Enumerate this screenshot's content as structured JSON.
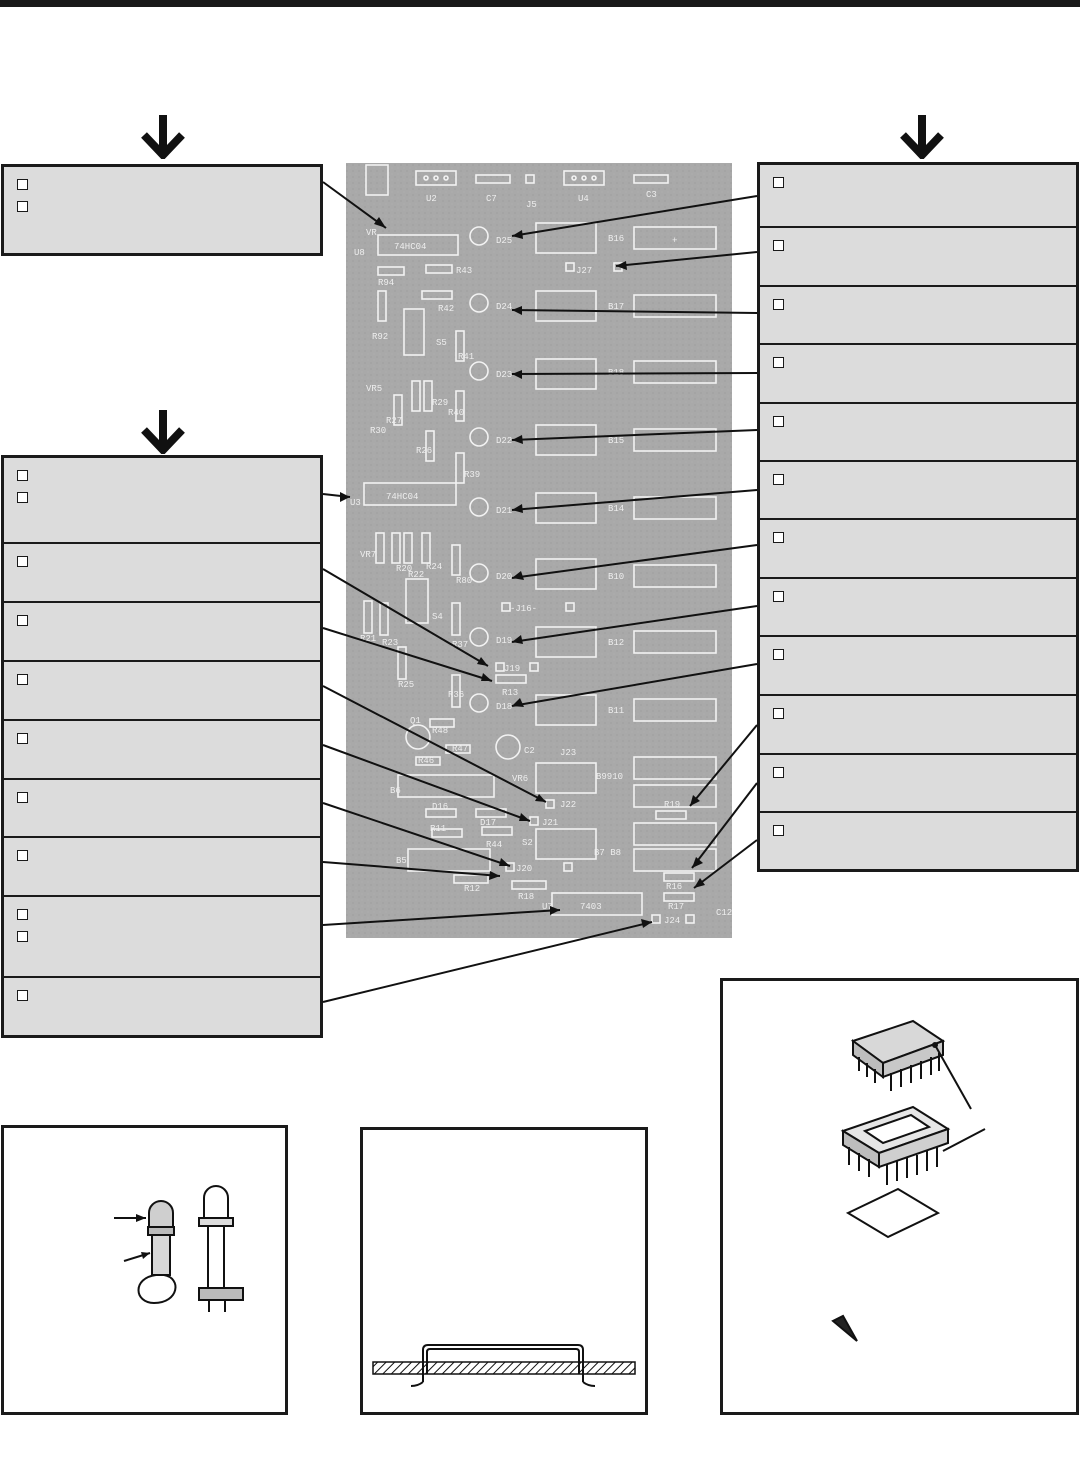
{
  "page": {
    "title": "",
    "left_top_group": {
      "cells": [
        {
          "checkboxes": 2
        }
      ]
    },
    "left_bottom_group": {
      "cells": [
        {
          "checkboxes": 2
        },
        {
          "checkboxes": 1
        },
        {
          "checkboxes": 1
        },
        {
          "checkboxes": 1
        },
        {
          "checkboxes": 1
        },
        {
          "checkboxes": 1
        },
        {
          "checkboxes": 1
        },
        {
          "checkboxes": 2
        },
        {
          "checkboxes": 1
        }
      ]
    },
    "right_group": {
      "cells": [
        {
          "checkboxes": 1
        },
        {
          "checkboxes": 1
        },
        {
          "checkboxes": 1
        },
        {
          "checkboxes": 1
        },
        {
          "checkboxes": 1
        },
        {
          "checkboxes": 1
        },
        {
          "checkboxes": 1
        },
        {
          "checkboxes": 1
        },
        {
          "checkboxes": 1
        },
        {
          "checkboxes": 1
        },
        {
          "checkboxes": 1
        },
        {
          "checkboxes": 1
        }
      ]
    }
  },
  "pcb": {
    "labels": {
      "u2": "U2",
      "c7": "C7",
      "u4": "U4",
      "c3": "C3",
      "u8": "U8",
      "vr": "VR",
      "ic_74hc04_a": "74HC04",
      "ic_74hc04_b": "74HC04",
      "r94": "R94",
      "r43": "R43",
      "r42": "R42",
      "r92": "R92",
      "s5": "S5",
      "r41": "R41",
      "vr5": "VR5",
      "r27": "R27",
      "r29": "R29",
      "r30": "R30",
      "r40": "R40",
      "r26": "R26",
      "r39": "R39",
      "u3": "U3",
      "d25": "D25",
      "d24": "D24",
      "d23": "D23",
      "d22": "D22",
      "d21": "D21",
      "d20": "D20",
      "d19": "D19",
      "d18": "D18",
      "j27": "J27",
      "j5": "J5",
      "j16": "-J16-",
      "j19": "J19",
      "j23": "J23",
      "j22": "J22",
      "j21": "J21",
      "j20": "J20",
      "j24": "J24",
      "b16": "B16",
      "b17": "B17",
      "b18": "B18",
      "b15": "B15",
      "b14": "B14",
      "b10": "B10",
      "b12": "B12",
      "b11": "B11",
      "b9910": "B9910",
      "b7b8": "B7 B8",
      "vr7": "VR7",
      "r20": "R20",
      "r22": "R22",
      "r24": "R24",
      "r80": "R80",
      "r21": "R21",
      "r23": "R23",
      "r37": "R37",
      "s4": "S4",
      "r25": "R25",
      "r36": "R36",
      "r13": "R13",
      "q1": "Q1",
      "r48": "R48",
      "r47": "R47",
      "r46": "R46",
      "c2": "C2",
      "vr6": "VR6",
      "b6": "B6",
      "d16": "D16",
      "r11": "R11",
      "d17": "D17",
      "r44": "R44",
      "s2": "S2",
      "b5": "B5",
      "r12": "R12",
      "r18": "R18",
      "r19": "R19",
      "r16": "R16",
      "r17": "R17",
      "u7": "U7",
      "ic_7403": "7403",
      "c12": "C12",
      "plus": "+"
    }
  }
}
